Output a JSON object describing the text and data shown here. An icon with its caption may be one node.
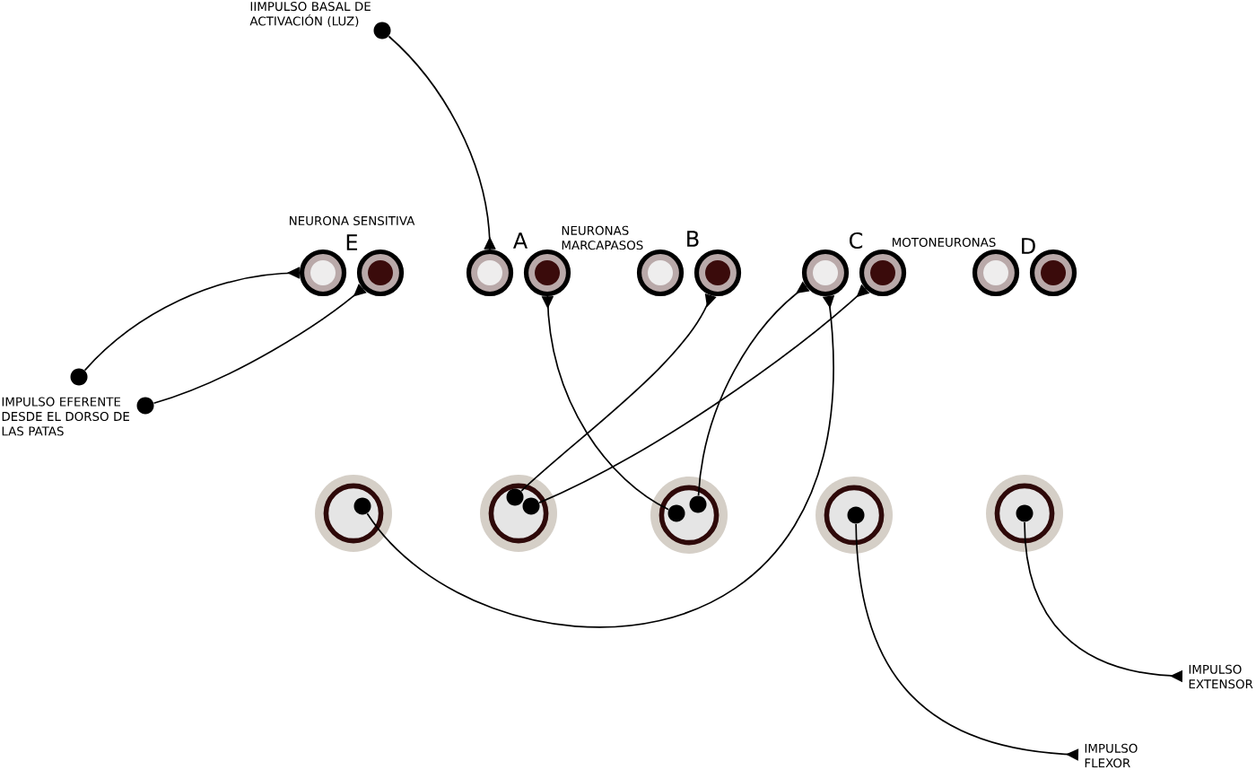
{
  "diagram": {
    "nodes": [
      {
        "text": [],
        "shape": "circle",
        "beside": [
          "IIMPULSO BASAL DE ACTIVACIÓN (LUZ)"
        ]
      },
      {
        "text": [],
        "shape": "circle"
      },
      {
        "text": [],
        "shape": "circle"
      },
      {
        "text": [],
        "shape": "circle"
      },
      {
        "text": [],
        "shape": "circle"
      },
      {
        "text": [],
        "shape": "circle"
      },
      {
        "text": [],
        "shape": "circle"
      },
      {
        "text": [],
        "shape": "circle"
      },
      {
        "text": [],
        "shape": "circle"
      },
      {
        "text": [],
        "shape": "circle"
      },
      {
        "text": [],
        "shape": "circle"
      },
      {
        "text": [],
        "shape": "circle"
      },
      {
        "text": [],
        "shape": "circle",
        "beside": [
          "IMPULSO EFERENTE DESDE EL DORSO DE LAS PATAS"
        ]
      },
      {
        "text": [],
        "shape": "circle"
      },
      {
        "text": [],
        "shape": "circle",
        "in": 13
      },
      {
        "text": [],
        "shape": "circle"
      },
      {
        "text": [],
        "shape": "circle",
        "in": 15
      },
      {
        "text": [],
        "shape": "circle",
        "in": 15
      },
      {
        "text": [],
        "shape": "circle"
      },
      {
        "text": [],
        "shape": "circle",
        "in": 18
      },
      {
        "text": [],
        "shape": "circle",
        "in": 18
      },
      {
        "text": [],
        "shape": "circle"
      },
      {
        "text": [],
        "shape": "circle",
        "in": 21
      },
      {
        "text": [],
        "shape": "circle"
      },
      {
        "text": [],
        "shape": "circle",
        "in": 23
      },
      {
        "text": [
          "IMPULSO EXTENSOR"
        ]
      },
      {
        "text": [
          "IMPULSO FLEXOR"
        ]
      }
    ],
    "edges": [
      {
        "from": 0,
        "to": 3,
        "arrow": "other"
      },
      {
        "from": 11,
        "to": 1,
        "arrow": "other"
      },
      {
        "from": 12,
        "to": 2,
        "arrow": "other"
      },
      {
        "from": 19,
        "to": 4,
        "arrow": "other"
      },
      {
        "from": 16,
        "to": 6,
        "arrow": "other"
      },
      {
        "from": 20,
        "to": 7,
        "arrow": "other"
      },
      {
        "from": 17,
        "to": 8,
        "arrow": "other"
      },
      {
        "from": 14,
        "to": 7,
        "arrow": "other"
      },
      {
        "from": 22,
        "to": 26,
        "arrow": "other"
      },
      {
        "from": 24,
        "to": 25,
        "arrow": "other"
      }
    ],
    "labels": [
      "NEURONA SENSITIVA",
      "E",
      "A",
      "NEURONAS MARCAPASOS",
      "B",
      "C",
      "MOTONEURONAS",
      "D"
    ]
  }
}
